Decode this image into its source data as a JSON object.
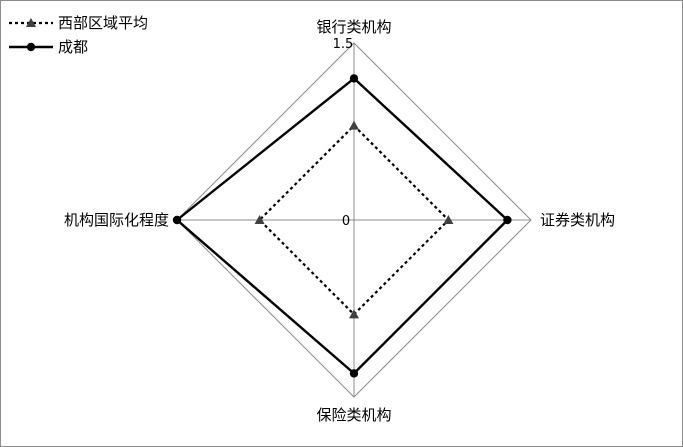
{
  "chart_data": {
    "type": "radar",
    "axes": [
      "银行类机构",
      "证券类机构",
      "保险类机构",
      "机构国际化程度"
    ],
    "rmin": 0,
    "rmax": 1.5,
    "tick_labels": [
      "0",
      "1.5"
    ],
    "grid": true,
    "legend_position": "top-left",
    "series": [
      {
        "name": "西部区域平均",
        "values": [
          0.8,
          0.8,
          0.8,
          0.8
        ],
        "line": "dotted",
        "marker": "triangle",
        "color": "#000000",
        "marker_color": "#404040"
      },
      {
        "name": "成都",
        "values": [
          1.2,
          1.3,
          1.3,
          1.5
        ],
        "line": "solid",
        "marker": "circle",
        "color": "#000000",
        "marker_color": "#000000"
      }
    ]
  }
}
